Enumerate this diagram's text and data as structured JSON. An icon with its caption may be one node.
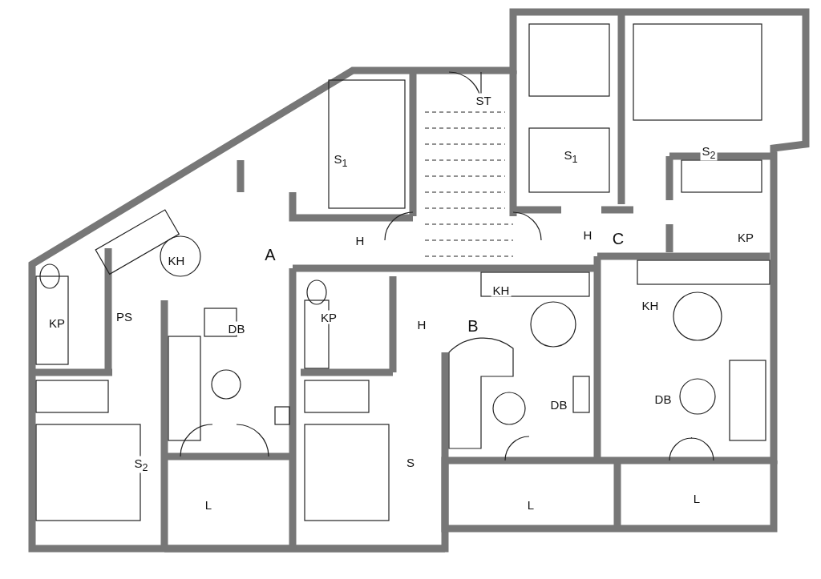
{
  "diagram": {
    "labels": [
      "ST",
      "S$_{1}$",
      "S$_{1}$",
      "S$_{2}$",
      "KH",
      "A",
      "H",
      "H",
      "C",
      "KP",
      "KH",
      "KH",
      "KP",
      "PS",
      "DB",
      "KP",
      "H",
      "B",
      "DB",
      "DB",
      "S$_{2}$",
      "S",
      "L",
      "L",
      "L"
    ]
  }
}
